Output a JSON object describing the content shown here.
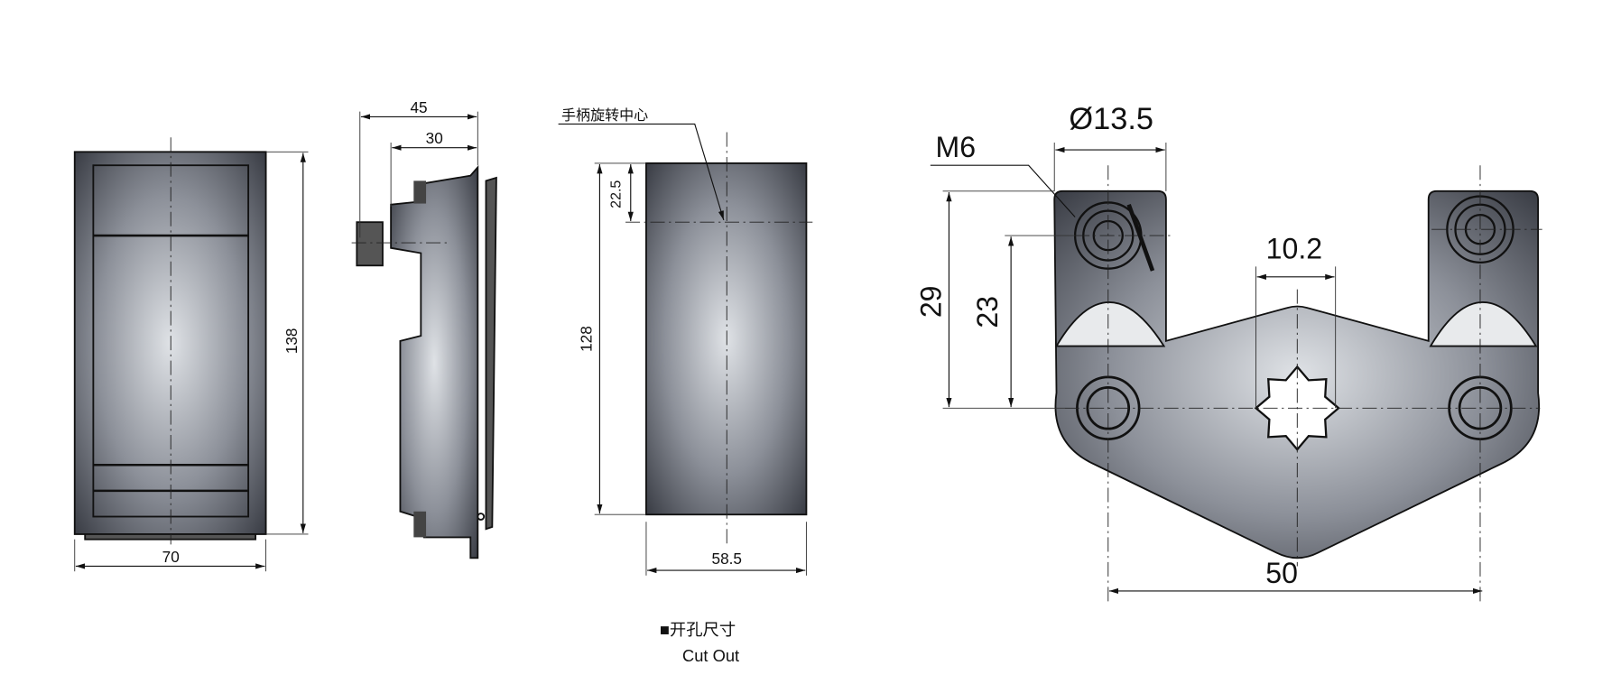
{
  "front_view": {
    "height_dim": "138",
    "width_dim": "70"
  },
  "side_view": {
    "overall_depth_dim": "45",
    "inner_depth_dim": "30"
  },
  "cut_out": {
    "rotation_center_label": "手柄旋转中心",
    "offset_dim": "22.5",
    "height_dim": "128",
    "width_dim": "58.5",
    "caption_cn": "■开孔尺寸",
    "caption_en": "Cut Out"
  },
  "cam": {
    "thread_label": "M6",
    "boss_diameter_dim": "Ø13.5",
    "square_dim": "10.2",
    "height_outer_dim": "29",
    "height_inner_dim": "23",
    "hole_spacing_dim": "50"
  },
  "colors": {
    "metal_light": "#dfe2e6",
    "metal_dark": "#3a3d45",
    "line": "#111111"
  }
}
